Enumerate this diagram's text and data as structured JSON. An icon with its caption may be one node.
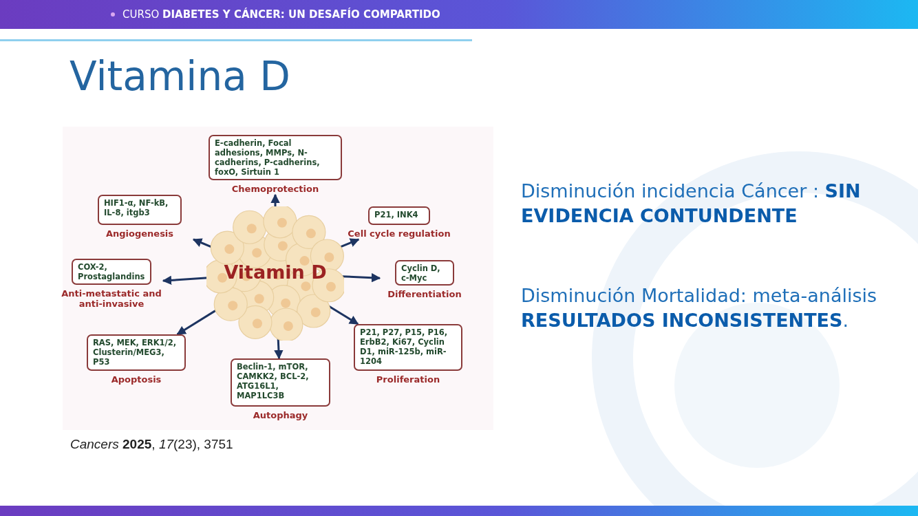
{
  "diagram": {
    "title": "Vitamina D",
    "caption": "*Cancers* **2025**, *17*(23), 3751",
    "nodes": [
      {
        "text": [
          "Vitamin D"
        ]
      },
      {
        "text": [
          "E-cadherin, Focal adhesions, MMPs, N-cadherins, P-cadherins, foxO, Sirtuin 1",
          "Chemoprotection"
        ]
      },
      {
        "text": [
          "HIF1-α, NF-kB, IL-8, itgb3",
          "Angiogenesis"
        ]
      },
      {
        "text": [
          "P21, INK4",
          "Cell cycle regulation"
        ]
      },
      {
        "text": [
          "COX-2, Prostaglandins",
          "Anti-metastatic and anti-invasive"
        ]
      },
      {
        "text": [
          "Cyclin D, c-Myc",
          "Differentiation"
        ]
      },
      {
        "text": [
          "RAS, MEK, ERK1/2, Clusterin/MEG3, P53",
          "Apoptosis"
        ]
      },
      {
        "text": [
          "P21, P27, P15, P16, ErbB2, Ki67, Cyclin D1, miR-125b, miR-1204",
          "Proliferation"
        ]
      },
      {
        "text": [
          "Beclin-1, mTOR, CAMKK2, BCL-2, ATG16L1, MAP1LC3B",
          "Autophagy"
        ]
      }
    ],
    "edges": [
      {
        "from": 0,
        "to": 1,
        "arrow": "to"
      },
      {
        "from": 0,
        "to": 2,
        "arrow": "to"
      },
      {
        "from": 0,
        "to": 3,
        "arrow": "to"
      },
      {
        "from": 0,
        "to": 4,
        "arrow": "to"
      },
      {
        "from": 0,
        "to": 5,
        "arrow": "to"
      },
      {
        "from": 0,
        "to": 6,
        "arrow": "to"
      },
      {
        "from": 0,
        "to": 7,
        "arrow": "to"
      },
      {
        "from": 0,
        "to": 8,
        "arrow": "to"
      }
    ],
    "labels": [
      "CURSO **DIABETES Y CÁNCER: UN DESAFÍO COMPARTIDO**",
      "Disminución incidencia Cáncer : **SIN EVIDENCIA CONTUNDENTE**",
      "Disminución Mortalidad: meta-análisis **RESULTADOS INCONSISTENTES**."
    ]
  }
}
